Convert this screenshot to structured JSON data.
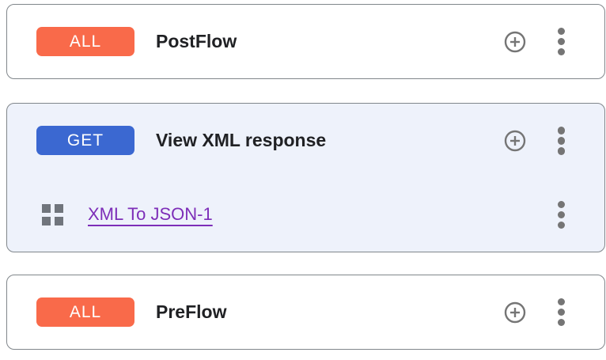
{
  "colors": {
    "verb_all_bg": "#F96A4A",
    "verb_get_bg": "#3B68D1",
    "selected_card_bg": "#EEF2FB",
    "card_border": "#80868B",
    "title_text": "#202124",
    "icon_gray": "#757575",
    "policy_link": "#7D2EB8",
    "badge_text": "#FFFFFF"
  },
  "icons": {
    "add": "add-circle-outline-icon",
    "menu": "more-vert-icon",
    "drag": "drag-indicator-icon"
  },
  "cards": [
    {
      "verb": "ALL",
      "title": "PostFlow",
      "selected": false
    },
    {
      "verb": "GET",
      "title": "View XML response",
      "selected": true,
      "policies": [
        {
          "name": "XML To JSON-1"
        }
      ]
    },
    {
      "verb": "ALL",
      "title": "PreFlow",
      "selected": false
    }
  ]
}
